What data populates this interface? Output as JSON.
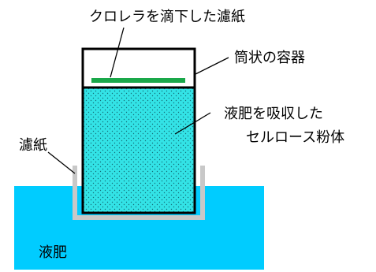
{
  "labels": {
    "filter_paper_chlorella": "クロレラを滴下した濾紙",
    "container": "筒状の容器",
    "cellulose_line1": "液肥を吸収した",
    "cellulose_line2": "セルロース粉体",
    "filter_paper": "濾紙",
    "liquid_fertilizer": "液肥"
  },
  "colors": {
    "liquid": "#00ccff",
    "cellulose_fill": "#33e3e6",
    "chlorella": "#1aa84a",
    "filter_paper": "#c8c8c8",
    "container_outline": "#000000"
  }
}
